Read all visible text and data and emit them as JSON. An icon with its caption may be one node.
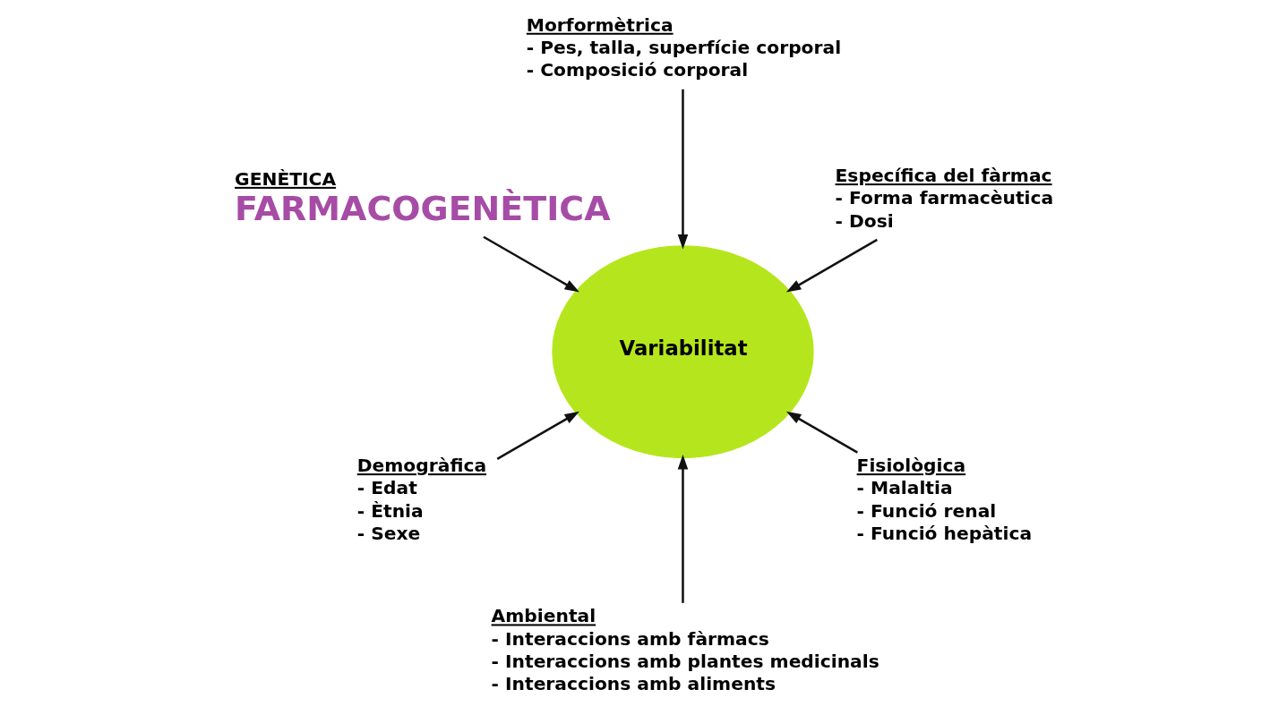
{
  "diagram": {
    "nodes": [
      {
        "text": [
          "Específica del fàrmac",
          "- Forma farmacèutica",
          "- Dosi"
        ]
      },
      {
        "text": [
          "Morformètrica",
          "- Pes, talla, superfície corporal",
          "- Composició corporal"
        ]
      },
      {
        "text": [
          "GENÈTICA",
          "FARMACOGENÈTICA"
        ]
      },
      {
        "text": [
          "Demogràfica",
          "- Edat",
          "- Ètnia",
          "- Sexe"
        ]
      },
      {
        "text": [
          "Variabilitat"
        ]
      },
      {
        "text": [
          "Ambiental",
          "- Interaccions amb fàrmacs",
          "- Interaccions amb plantes medicinals",
          "- Interaccions amb aliments"
        ]
      },
      {
        "text": [
          "Fisiològica",
          "- Malaltia",
          "- Funció renal",
          "- Funció hepàtica"
        ]
      }
    ],
    "edges": [
      {
        "from": 0,
        "to": 4,
        "arrow": "to"
      },
      {
        "from": 1,
        "to": 4,
        "arrow": "to"
      },
      {
        "from": 2,
        "to": 4,
        "arrow": "to"
      },
      {
        "from": 3,
        "to": 4,
        "arrow": "to"
      },
      {
        "from": 5,
        "to": 4,
        "arrow": "to"
      },
      {
        "from": 6,
        "to": 4,
        "arrow": "to"
      }
    ]
  }
}
